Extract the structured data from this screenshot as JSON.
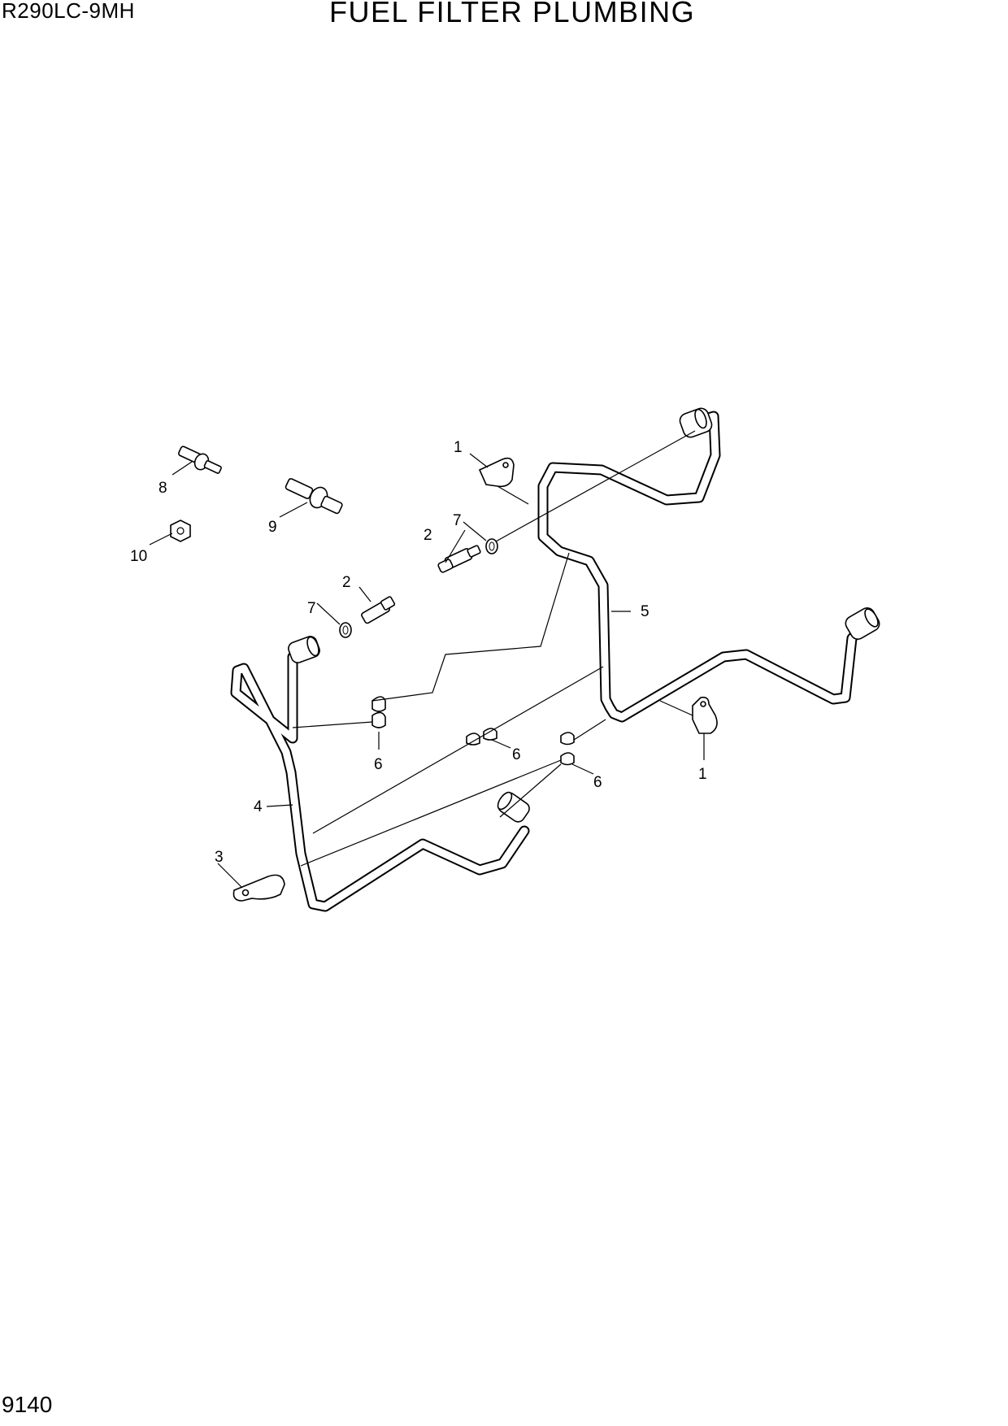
{
  "header": {
    "model": "R290LC-9MH",
    "title": "FUEL FILTER PLUMBING"
  },
  "footer": {
    "page_number": "9140"
  },
  "callouts": {
    "c1a": "1",
    "c1b": "1",
    "c2a": "2",
    "c2b": "2",
    "c3": "3",
    "c4": "4",
    "c5": "5",
    "c6a": "6",
    "c6b": "6",
    "c6c": "6",
    "c7a": "7",
    "c7b": "7",
    "c8": "8",
    "c9": "9",
    "c10": "10"
  }
}
